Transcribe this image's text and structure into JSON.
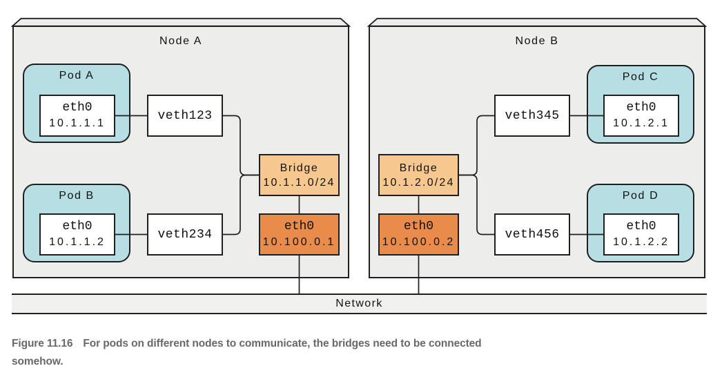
{
  "figure": {
    "caption_label": "Figure 11.16",
    "caption_line1": "For pods on different nodes to communicate, the bridges need to be connected",
    "caption_line2": "somehow."
  },
  "network": {
    "label": "Network"
  },
  "colors": {
    "pod_fill": "#b6dee3",
    "bridge_fill": "#f6c890",
    "eth_fill": "#e98b4b",
    "node_fill": "#ededec",
    "network_fill": "#f0f0ee",
    "line": "#1f1f1f",
    "caption_text": "#686868"
  },
  "nodes": [
    {
      "title": "Node A",
      "pods": [
        {
          "name": "Pod A",
          "iface": "eth0",
          "ip": "10.1.1.1"
        },
        {
          "name": "Pod B",
          "iface": "eth0",
          "ip": "10.1.1.2"
        }
      ],
      "veths": [
        "veth123",
        "veth234"
      ],
      "bridge": {
        "label": "Bridge",
        "cidr": "10.1.1.0/24"
      },
      "eth": {
        "iface": "eth0",
        "ip": "10.100.0.1"
      }
    },
    {
      "title": "Node B",
      "pods": [
        {
          "name": "Pod C",
          "iface": "eth0",
          "ip": "10.1.2.1"
        },
        {
          "name": "Pod D",
          "iface": "eth0",
          "ip": "10.1.2.2"
        }
      ],
      "veths": [
        "veth345",
        "veth456"
      ],
      "bridge": {
        "label": "Bridge",
        "cidr": "10.1.2.0/24"
      },
      "eth": {
        "iface": "eth0",
        "ip": "10.100.0.2"
      }
    }
  ]
}
